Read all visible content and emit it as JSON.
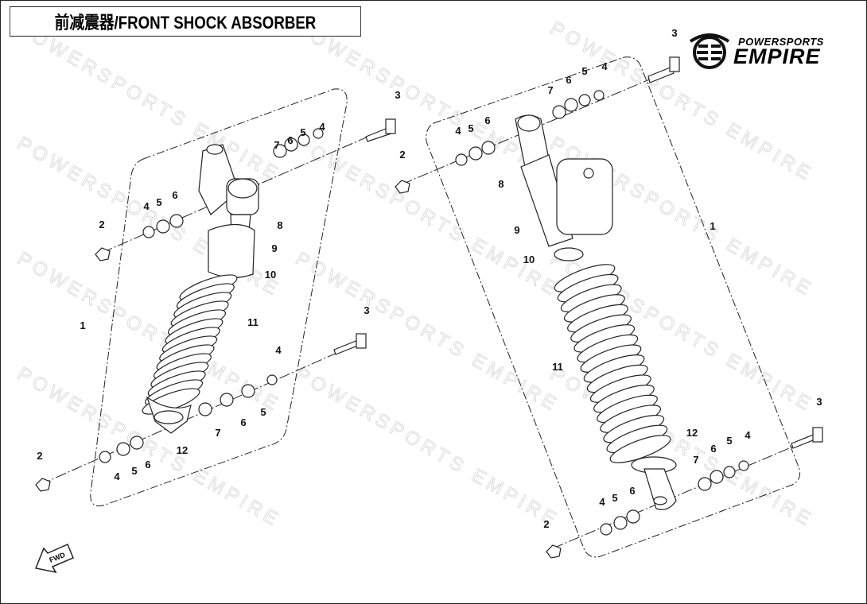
{
  "title": "前减震器/FRONT SHOCK ABSORBER",
  "logo": {
    "line1": "POWERSPORTS",
    "line2": "EMPIRE"
  },
  "watermark": "POWERSPORTS EMPIRE",
  "fwd_label": "FWD",
  "left_assembly": {
    "callouts": [
      "3",
      "7",
      "6",
      "5",
      "4",
      "2",
      "4",
      "5",
      "6",
      "8",
      "9",
      "10",
      "1",
      "11",
      "3",
      "4",
      "5",
      "6",
      "7",
      "12",
      "6",
      "5",
      "4",
      "2"
    ]
  },
  "right_assembly": {
    "callouts": [
      "3",
      "7",
      "6",
      "5",
      "4",
      "4",
      "5",
      "6",
      "2",
      "8",
      "9",
      "10",
      "1",
      "11",
      "12",
      "3",
      "7",
      "6",
      "5",
      "4",
      "6",
      "5",
      "4",
      "2"
    ]
  }
}
